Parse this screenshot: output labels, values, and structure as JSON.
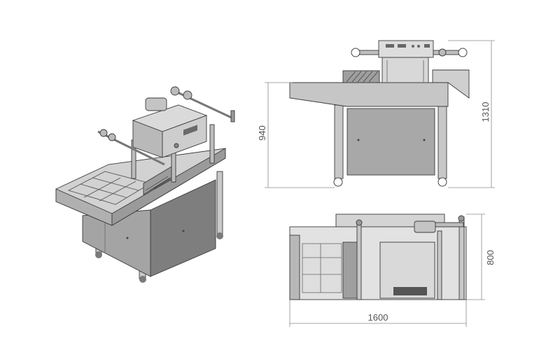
{
  "dimensions": {
    "seal_height": "940",
    "total_height": "1310",
    "depth": "800",
    "length": "1600"
  },
  "colors": {
    "metal_light": "#d6d6d6",
    "metal_mid": "#b9b9b9",
    "metal_dark": "#8e8e8e",
    "panel": "#a9a9a9",
    "dimension_line": "#8a8a8a"
  }
}
